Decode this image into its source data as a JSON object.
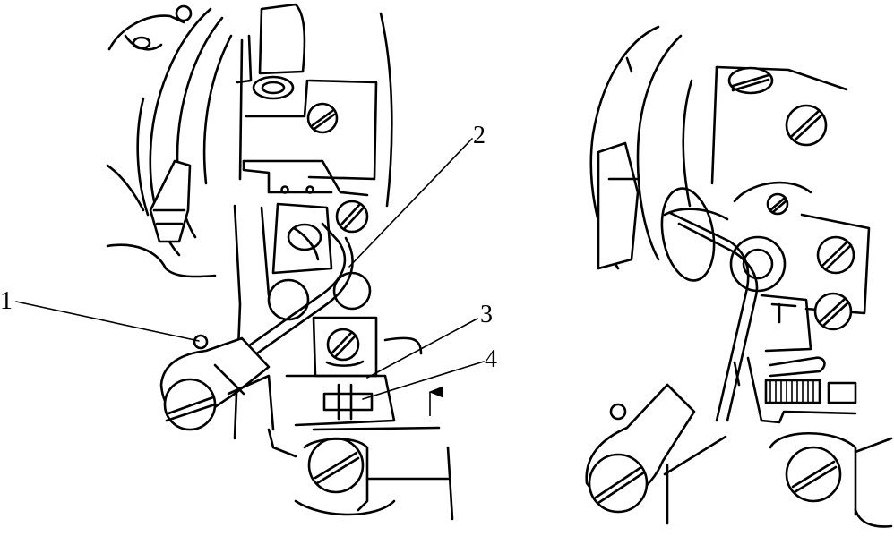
{
  "callouts": [
    {
      "id": "1",
      "label": "1"
    },
    {
      "id": "2",
      "label": "2"
    },
    {
      "id": "3",
      "label": "3"
    },
    {
      "id": "4",
      "label": "4"
    }
  ],
  "colors": {
    "line": "#000000",
    "paper": "#ffffff"
  }
}
